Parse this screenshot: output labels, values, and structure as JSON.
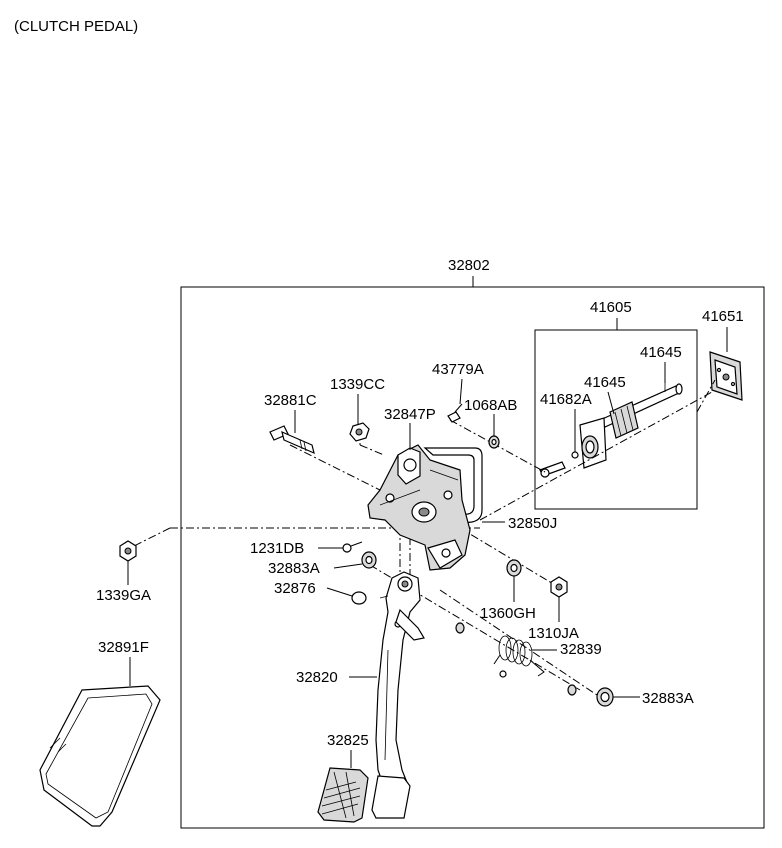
{
  "title": "(CLUTCH PEDAL)",
  "labels": {
    "p32802": "32802",
    "p41605": "41605",
    "p41651": "41651",
    "p41645a": "41645",
    "p41645b": "41645",
    "p41682A": "41682A",
    "p43779A": "43779A",
    "p1068AB": "1068AB",
    "p1339CC": "1339CC",
    "p32847P": "32847P",
    "p32881C": "32881C",
    "p32850J": "32850J",
    "p1231DB": "1231DB",
    "p32883A_a": "32883A",
    "p32876": "32876",
    "p1339GA": "1339GA",
    "p1360GH": "1360GH",
    "p1310JA": "1310JA",
    "p32839": "32839",
    "p32820": "32820",
    "p32883A_b": "32883A",
    "p32825": "32825",
    "p32891F": "32891F"
  }
}
